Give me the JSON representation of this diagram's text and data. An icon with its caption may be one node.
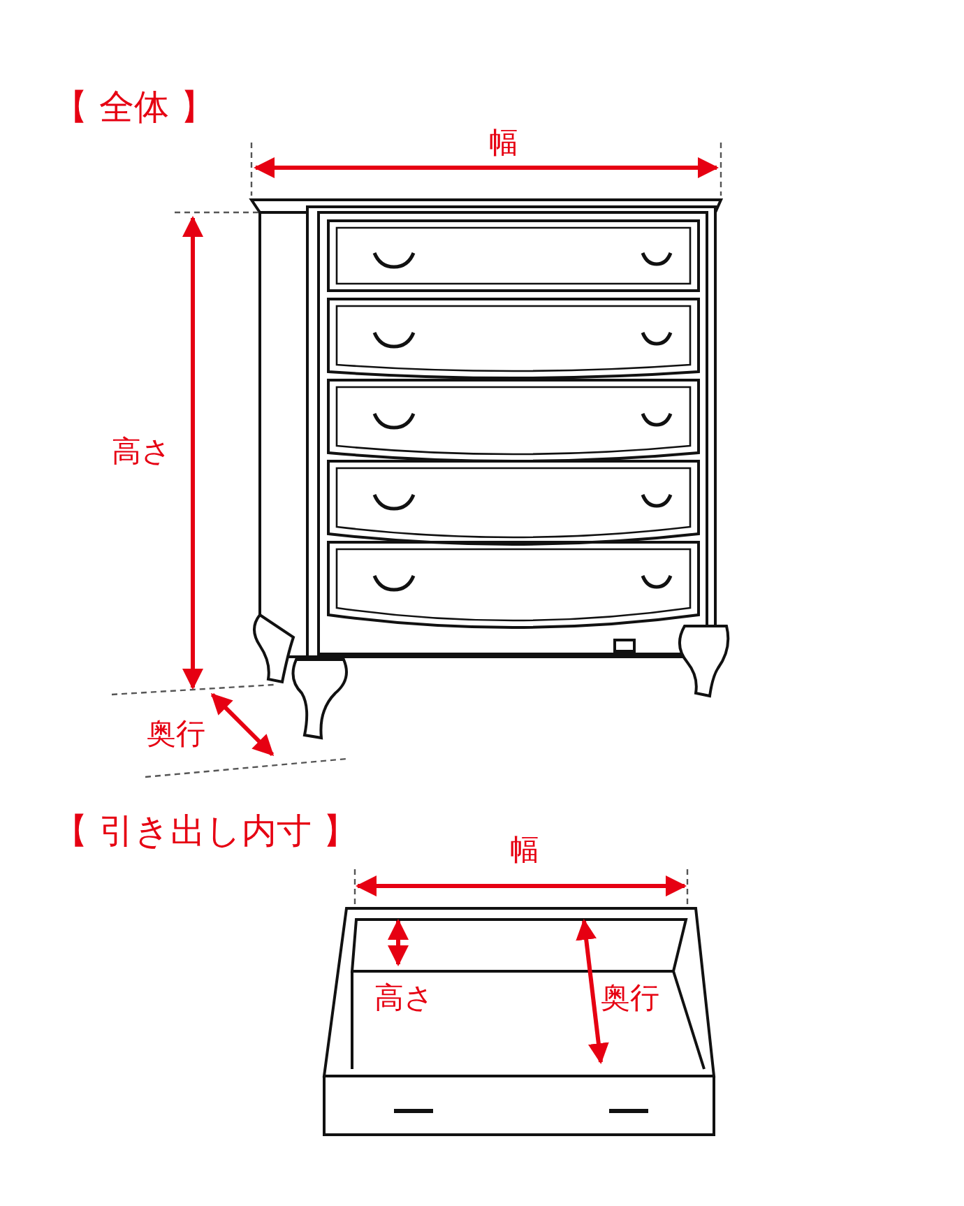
{
  "diagram": {
    "labels": [
      "【 全体 】",
      "幅",
      "高さ",
      "奥行",
      "【 引き出し内寸 】",
      "幅",
      "高さ",
      "奥行"
    ]
  }
}
